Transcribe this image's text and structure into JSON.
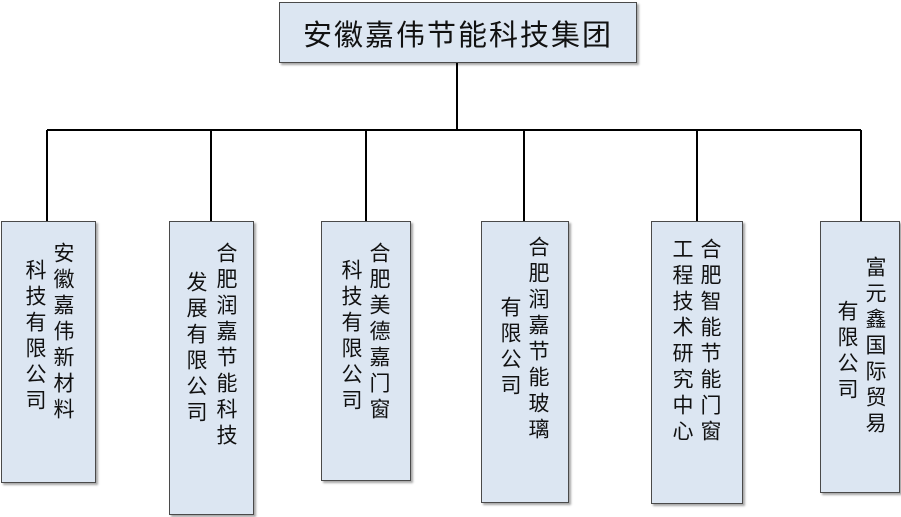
{
  "root": {
    "label": "安徽嘉伟节能科技集团"
  },
  "children": [
    {
      "id": "c1",
      "columns": [
        "安徽嘉伟新材料",
        "科技有限公司"
      ]
    },
    {
      "id": "c2",
      "columns": [
        "合肥润嘉节能科技",
        "发展有限公司"
      ]
    },
    {
      "id": "c3",
      "columns": [
        "合肥美德嘉门窗",
        "科技有限公司"
      ]
    },
    {
      "id": "c4",
      "columns": [
        "合肥润嘉节能玻璃",
        "有限公司"
      ]
    },
    {
      "id": "c5",
      "columns": [
        "合肥智能节能门窗",
        "工程技术研究中心"
      ]
    },
    {
      "id": "c6",
      "columns": [
        "富元鑫国际贸易",
        "有限公司"
      ]
    }
  ]
}
